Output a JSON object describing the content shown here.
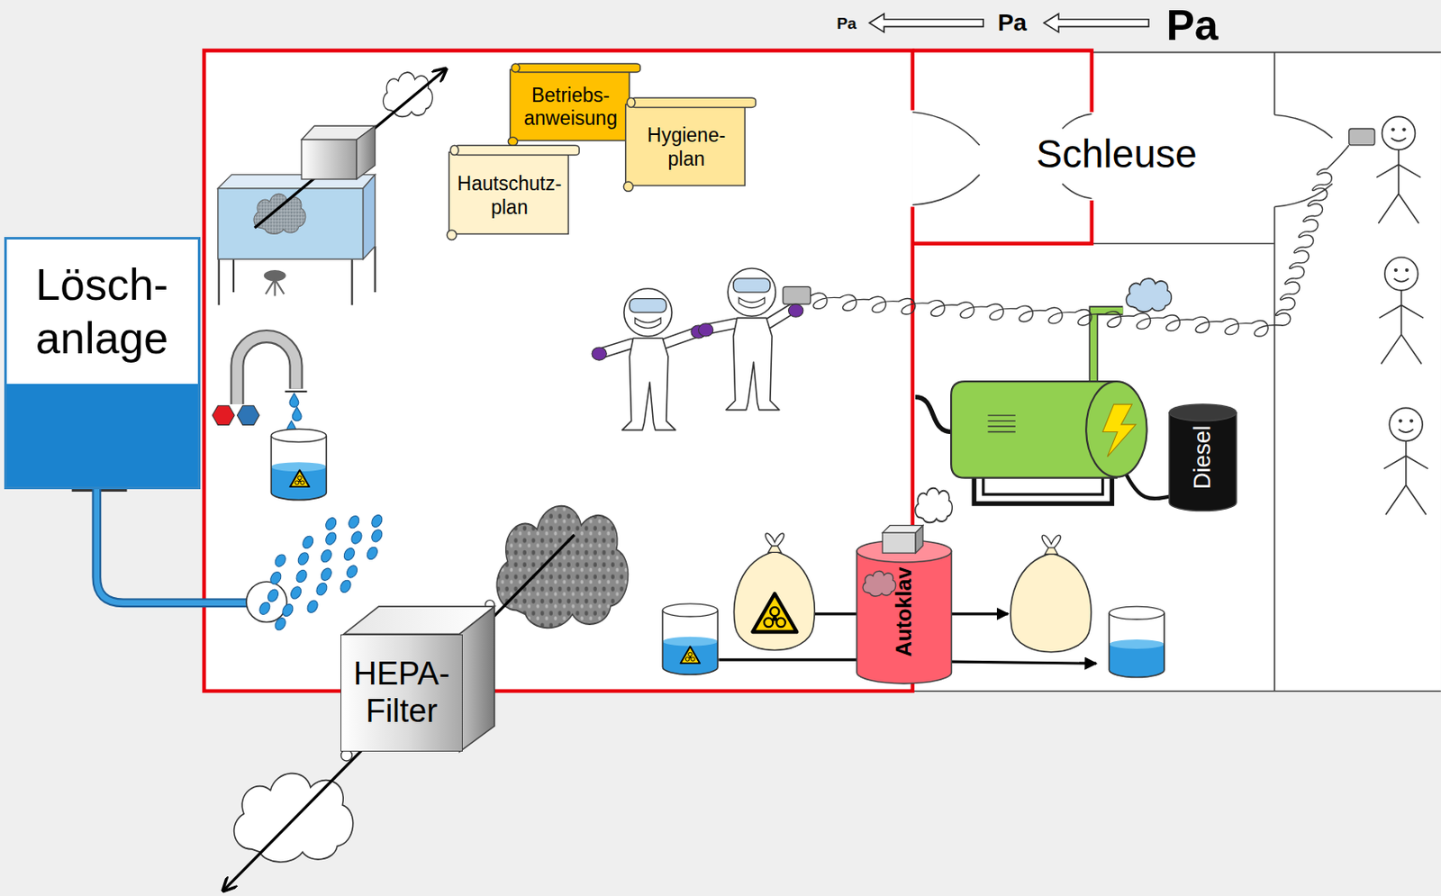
{
  "diagram": {
    "nodes": [
      {
        "text": [
          "Betriebs- anweisung"
        ]
      },
      {
        "text": [
          "Hygiene- plan"
        ]
      },
      {
        "text": [
          "Hautschutz- plan"
        ]
      },
      {
        "text": [
          "Schleuse"
        ]
      },
      {
        "text": [
          "Lösch- anlage"
        ]
      },
      {
        "text": [
          "HEPA- Filter"
        ]
      },
      {
        "text": [
          "Autoklav"
        ]
      },
      {
        "text": [
          "Diesel"
        ]
      }
    ],
    "labels": [
      "Pa",
      "Pa",
      "Pa"
    ]
  }
}
